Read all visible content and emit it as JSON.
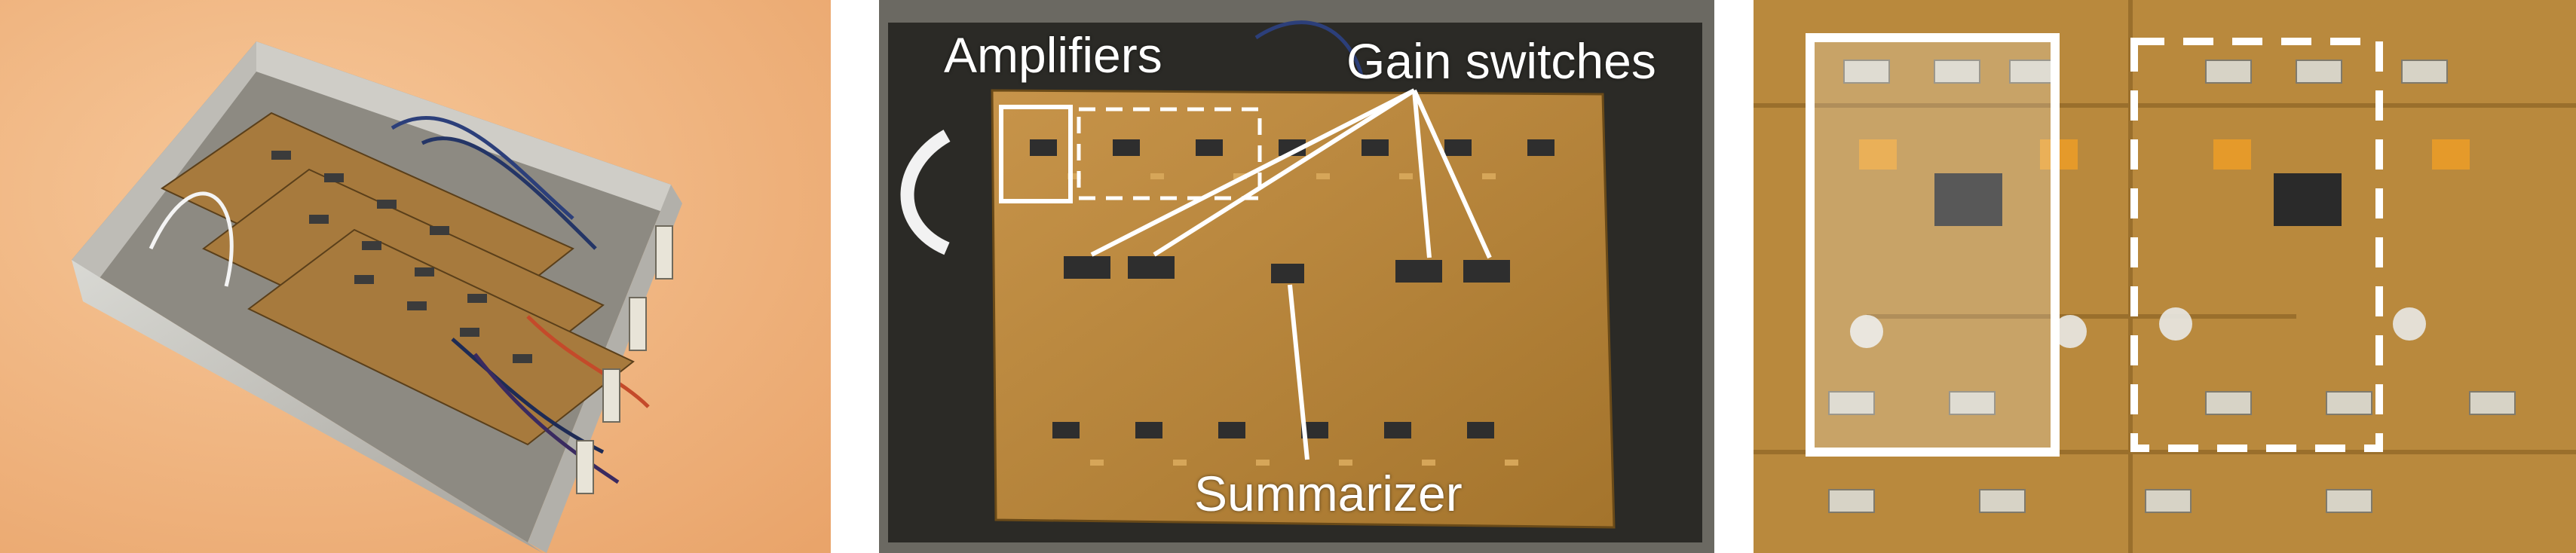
{
  "panels": {
    "enclosure_photo": {
      "description_icon": "open-enclosure-with-boards"
    },
    "pcb_photo": {
      "labels": {
        "amplifiers": "Amplifiers",
        "gain_switches": "Gain switches",
        "summarizer": "Summarizer"
      }
    },
    "closeup_photo": {
      "description_icon": "amplifier-closeup"
    }
  },
  "colors": {
    "annotation": "#ffffff",
    "pcb": "#b5822c",
    "background_warm": "#f2c08a",
    "enclosure": "#c8c8c4"
  }
}
